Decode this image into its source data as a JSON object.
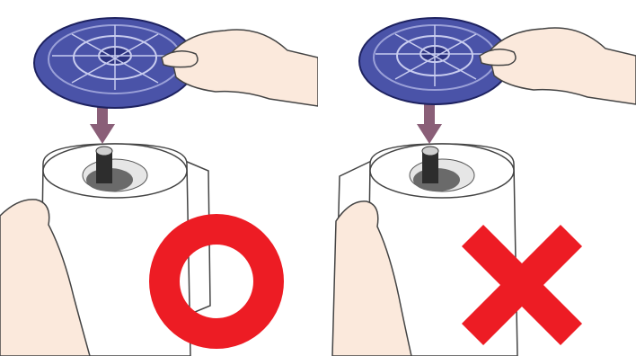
{
  "panels": [
    {
      "id": "correct",
      "mark": "check-circle",
      "mark_color": "#ed1c24",
      "hub_color": "#4a53a8",
      "arrow_color": "#8a5f78"
    },
    {
      "id": "incorrect",
      "mark": "cross",
      "mark_color": "#ed1c24",
      "hub_color": "#4a53a8",
      "arrow_color": "#8a5f78"
    }
  ]
}
